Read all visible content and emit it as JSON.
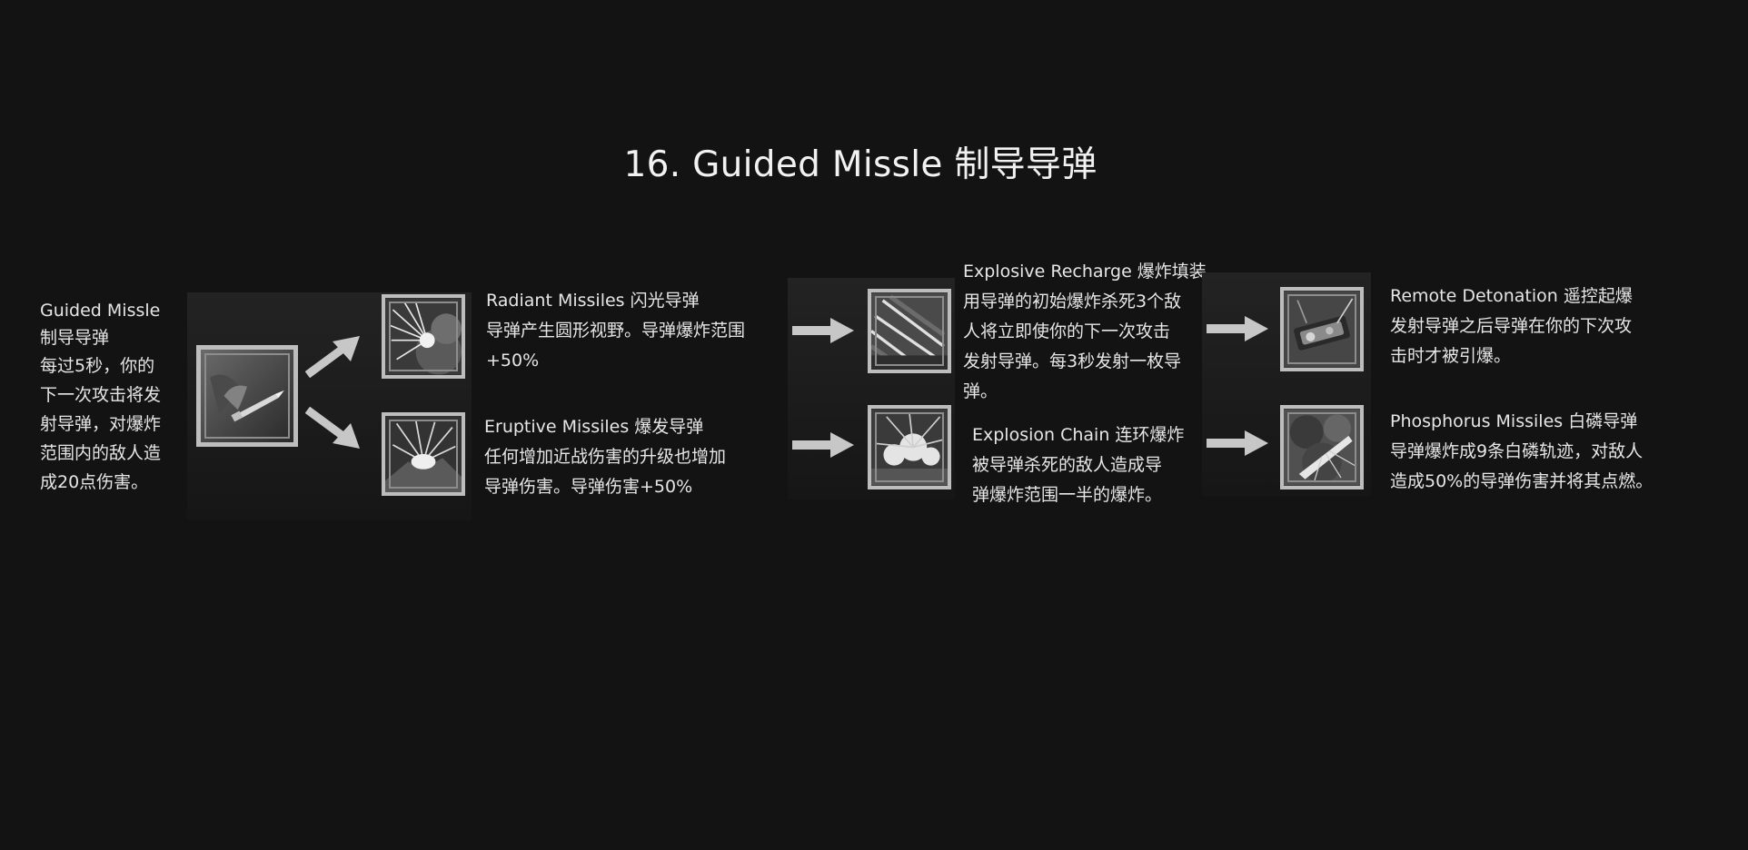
{
  "title": "16. Guided Missle 制导导弹",
  "base": {
    "name": "Guided Missle",
    "lines": [
      "制导导弹",
      "每过5秒，你的",
      "下一次攻击将发",
      "射导弹，对爆炸",
      "范围内的敌人造",
      "成20点伤害。"
    ],
    "icon": "missile-icon"
  },
  "radiant": {
    "name": "Radiant Missiles 闪光导弹",
    "lines": [
      "导弹产生圆形视野。导弹爆炸范围",
      "+50%"
    ],
    "icon": "radiant-burst-icon"
  },
  "eruptive": {
    "name": "Eruptive Missiles 爆发导弹",
    "lines": [
      "任何增加近战伤害的升级也增加",
      "导弹伤害。导弹伤害+50%"
    ],
    "icon": "eruption-icon"
  },
  "recharge": {
    "name": "Explosive Recharge 爆炸填装",
    "lines": [
      "用导弹的初始爆炸杀死3个敌",
      "人将立即使你的下一次攻击",
      "发射导弹。每3秒发射一枚导",
      "弹。"
    ],
    "icon": "missile-salvo-icon"
  },
  "chain": {
    "name": "Explosion Chain 连环爆炸",
    "lines": [
      "被导弹杀死的敌人造成导",
      "弹爆炸范围一半的爆炸。"
    ],
    "icon": "explosion-chain-icon"
  },
  "remote": {
    "name": "Remote Detonation 遥控起爆",
    "lines": [
      "发射导弹之后导弹在你的下次攻",
      "击时才被引爆。"
    ],
    "icon": "detonator-icon"
  },
  "phosphorus": {
    "name": "Phosphorus Missiles 白磷导弹",
    "lines": [
      "导弹爆炸成9条白磷轨迹，对敌人",
      "造成50%的导弹伤害并将其点燃。"
    ],
    "icon": "phosphorus-icon"
  }
}
